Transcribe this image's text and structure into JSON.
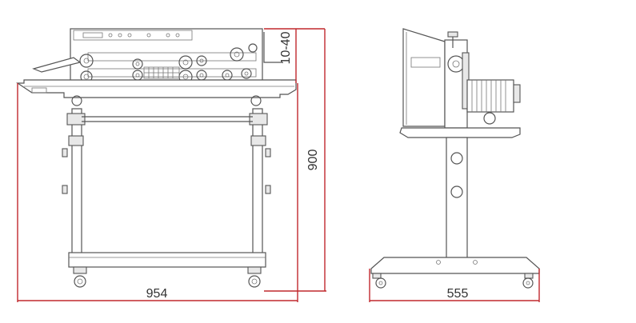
{
  "dimensions": {
    "width_label": "954",
    "height_label": "900",
    "adjust_label": "10-40",
    "depth_label": "555"
  },
  "colors": {
    "dimension_line": "#c0282d",
    "drawing_line": "#555555"
  }
}
